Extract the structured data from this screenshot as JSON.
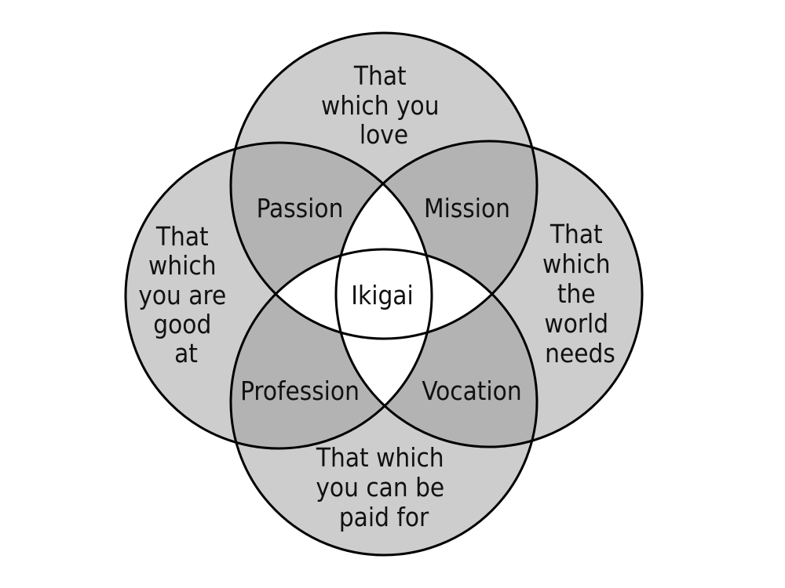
{
  "diagram": {
    "title": "Ikigai",
    "colors": {
      "single": "#cdcdcd",
      "double": "#b3b3b3",
      "center": "#ffffff",
      "stroke": "#000000",
      "background": "#ffffff"
    },
    "circles": {
      "top": [
        "That",
        "which you",
        "love"
      ],
      "left": [
        "That",
        "which",
        "you are",
        "good",
        "at"
      ],
      "right": [
        "That",
        "which",
        "the",
        "world",
        "needs"
      ],
      "bottom": [
        "That which",
        "you can be",
        "paid for"
      ]
    },
    "overlaps": {
      "passion": "Passion",
      "mission": "Mission",
      "profession": "Profession",
      "vocation": "Vocation",
      "center": "Ikigai"
    }
  }
}
